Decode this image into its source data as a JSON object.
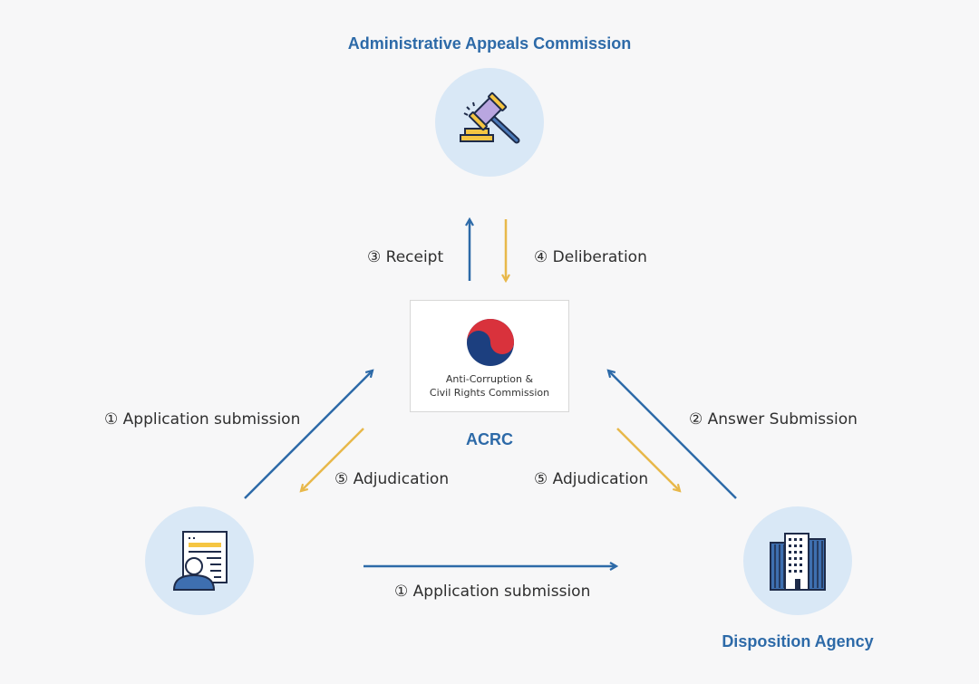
{
  "nodes": {
    "commission": "Administrative Appeals Commission",
    "acrc": "ACRC",
    "agency": "Disposition Agency"
  },
  "logo": {
    "line1": "Anti-Corruption &",
    "line2": "Civil Rights Commission"
  },
  "steps": {
    "receipt": "③ Receipt",
    "deliberation": "④ Deliberation",
    "application_left": "① Application submission",
    "answer": "② Answer Submission",
    "adjudication_left": "⑤ Adjudication",
    "adjudication_right": "⑤ Adjudication",
    "application_bottom": "① Application submission"
  },
  "colors": {
    "blue": "#2d6aa8",
    "yellow": "#e8b84a",
    "circle": "#d9e8f6"
  },
  "icons": {
    "commission": "gavel-icon",
    "applicant": "applicant-document-icon",
    "agency": "office-building-icon",
    "acrc": "taegeuk-logo-icon"
  }
}
